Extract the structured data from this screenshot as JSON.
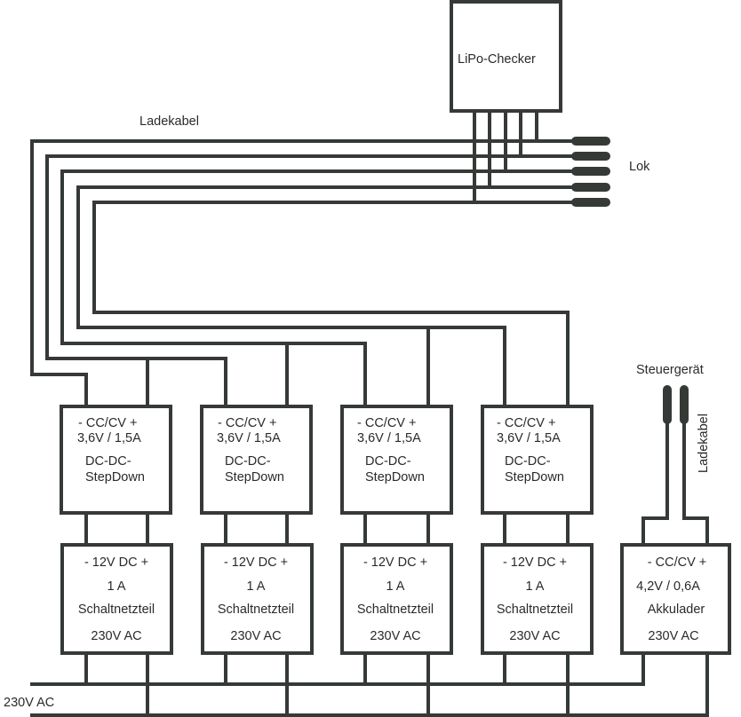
{
  "title_labels": {
    "checker": "LiPo-Checker",
    "charge_cable_top": "Ladekabel",
    "loco": "Lok",
    "controller": "Steuergerät",
    "charge_cable_side": "Ladekabel",
    "mains": "230V AC"
  },
  "dcdc_modules": [
    {
      "line1": "- CC/CV +",
      "line2": "3,6V / 1,5A",
      "line3": "DC-DC-",
      "line4": "StepDown"
    },
    {
      "line1": "- CC/CV +",
      "line2": "3,6V / 1,5A",
      "line3": "DC-DC-",
      "line4": "StepDown"
    },
    {
      "line1": "- CC/CV +",
      "line2": "3,6V / 1,5A",
      "line3": "DC-DC-",
      "line4": "StepDown"
    },
    {
      "line1": "- CC/CV +",
      "line2": "3,6V / 1,5A",
      "line3": "DC-DC-",
      "line4": "StepDown"
    }
  ],
  "power_supplies": [
    {
      "line1": "- 12V DC +",
      "line2": "1 A",
      "line3": "Schaltnetzteil",
      "line4": "230V AC"
    },
    {
      "line1": "- 12V DC +",
      "line2": "1 A",
      "line3": "Schaltnetzteil",
      "line4": "230V AC"
    },
    {
      "line1": "- 12V DC +",
      "line2": "1 A",
      "line3": "Schaltnetzteil",
      "line4": "230V AC"
    },
    {
      "line1": "- 12V DC +",
      "line2": "1 A",
      "line3": "Schaltnetzteil",
      "line4": "230V AC"
    }
  ],
  "charger": {
    "line1": "- CC/CV +",
    "line2": "4,2V / 0,6A",
    "line3": "Akkulader",
    "line4": "230V AC"
  },
  "colors": {
    "line": "#363a37",
    "text": "#2a2a2a",
    "background": "#ffffff"
  }
}
